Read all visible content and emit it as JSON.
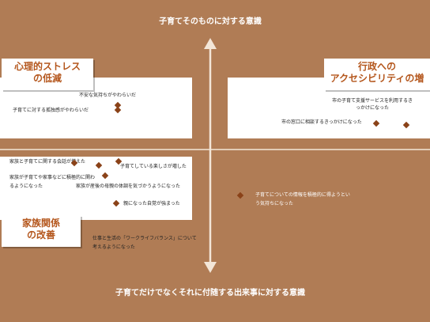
{
  "axes": {
    "top": "子育てそのものに対する意識",
    "bottom": "子育てだけでなくそれに付随する出来事に対する意識"
  },
  "quadrants": {
    "top_left": {
      "tag": "心理的ストレス\nの低減",
      "items": [
        "不安な気持ちがやわらいだ",
        "子育てに対する孤独感がやわらいだ"
      ]
    },
    "top_right": {
      "tag": "行政への\nアクセシビリティの増",
      "items": [
        "市の子育て支援サービスを利用するき\nっかけになった",
        "市の窓口に相談するきっかけになった"
      ]
    },
    "bottom_left": {
      "tag": "家族関係\nの改善",
      "items": [
        "家族と子育てに関する会話が増えた",
        "子育てしている楽しさが増した",
        "家族が子育てや家事などに積極的に関わ\nるようになった",
        "家族が産後の母親の体調を気づかうようになった",
        "親になった自覚が強まった",
        "仕事と生活の「ワークライフバランス」について\n考えるようになった"
      ]
    },
    "bottom_right": {
      "items": [
        "子育てについての情報を積極的に得ようとい\nう気持ちになった"
      ]
    }
  },
  "colors": {
    "background": "#b07c55",
    "accent": "#b4561c",
    "marker": "#8a4218",
    "axis": "#ffffff"
  }
}
